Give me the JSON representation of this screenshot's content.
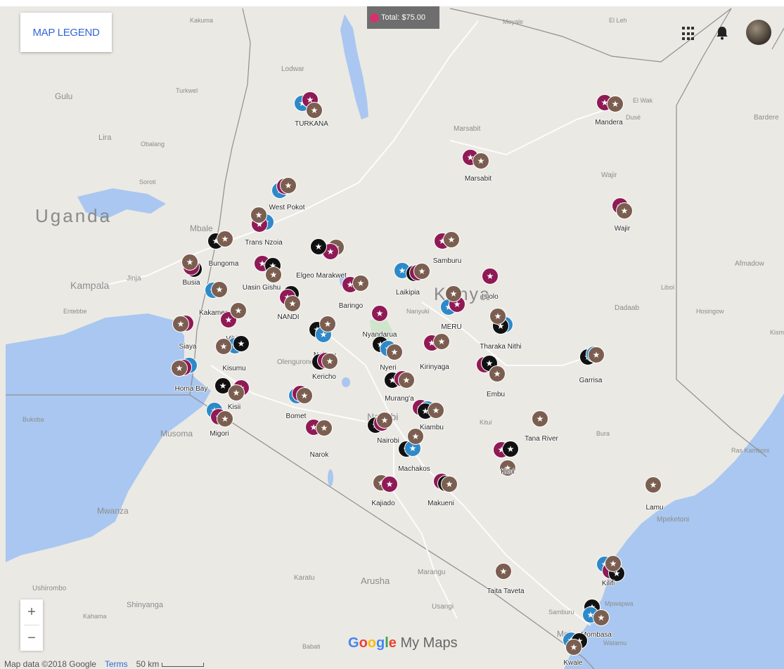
{
  "controls": {
    "legend_label": "MAP LEGEND",
    "total_label": "Total: $75.00",
    "zoom_in": "+",
    "zoom_out": "−"
  },
  "attribution": {
    "map_data": "Map data ©2018 Google",
    "terms": "Terms",
    "scale": "50 km"
  },
  "branding": {
    "google": "Google",
    "my_maps": "My Maps"
  },
  "colors": {
    "water": "#a9c7f0",
    "land": "#ebe9e4",
    "brown": "#7b5e50",
    "maroon": "#8f1a55",
    "blue": "#2e89c8",
    "black": "#111111",
    "legend_text": "#3367d6"
  },
  "basemap_labels": [
    {
      "text": "Kakuma"
    },
    {
      "text": "El Leh"
    },
    {
      "text": "Moyale"
    },
    {
      "text": "Lodwar"
    },
    {
      "text": "Turkwel"
    },
    {
      "text": "Gulu"
    },
    {
      "text": "Lira"
    },
    {
      "text": "Obalang"
    },
    {
      "text": "Soroti"
    },
    {
      "text": "Marsabit"
    },
    {
      "text": "El Wak"
    },
    {
      "text": "Dusé"
    },
    {
      "text": "Bardere"
    },
    {
      "text": "Wajir"
    },
    {
      "text": "Mbale"
    },
    {
      "text": "Kampala"
    },
    {
      "text": "Jinja"
    },
    {
      "text": "Entebbe"
    },
    {
      "text": "Nanyuki"
    },
    {
      "text": "Dadaab"
    },
    {
      "text": "Hosingow"
    },
    {
      "text": "Afmadow"
    },
    {
      "text": "Kism"
    },
    {
      "text": "Olengurone"
    },
    {
      "text": "Bukoba"
    },
    {
      "text": "Musoma"
    },
    {
      "text": "Kitui"
    },
    {
      "text": "Bura"
    },
    {
      "text": "Ras Kamboni"
    },
    {
      "text": "Mwanza"
    },
    {
      "text": "Karatu"
    },
    {
      "text": "Arusha"
    },
    {
      "text": "Marangu"
    },
    {
      "text": "Ushirombo"
    },
    {
      "text": "Shinyanga"
    },
    {
      "text": "Kahama"
    },
    {
      "text": "Usangi"
    },
    {
      "text": "Babati"
    },
    {
      "text": "Samburu"
    },
    {
      "text": "Mpwapwa"
    },
    {
      "text": "Moi"
    },
    {
      "text": "Watamu"
    },
    {
      "text": "Mpeketoni"
    },
    {
      "text": "Libol"
    }
  ],
  "region_labels": [
    {
      "text": "Uganda"
    },
    {
      "text": "Kenya"
    },
    {
      "text": "Nairobi"
    }
  ],
  "markers": [
    {
      "label": "TURKANA",
      "layers": [
        "blue",
        "maroon",
        "brown"
      ]
    },
    {
      "label": "Marsabit",
      "layers": [
        "maroon",
        "brown"
      ]
    },
    {
      "label": "Mandera",
      "layers": [
        "maroon",
        "brown"
      ]
    },
    {
      "label": "West Pokot",
      "layers": [
        "blue",
        "maroon",
        "brown"
      ]
    },
    {
      "label": "Wajir",
      "layers": [
        "maroon",
        "brown"
      ]
    },
    {
      "label": "Trans Nzoia",
      "layers": [
        "blue",
        "maroon",
        "brown"
      ]
    },
    {
      "label": "Samburu",
      "layers": [
        "maroon",
        "brown"
      ]
    },
    {
      "label": "Bungoma",
      "layers": [
        "black",
        "brown"
      ]
    },
    {
      "label": "Busia",
      "layers": [
        "black",
        "maroon",
        "brown"
      ]
    },
    {
      "label": "Uasin Gishu",
      "layers": [
        "maroon",
        "black",
        "brown"
      ]
    },
    {
      "label": "Elgeo Marakwet",
      "layers": [
        "brown",
        "maroon",
        "black"
      ]
    },
    {
      "label": "Laikipia",
      "layers": [
        "blue",
        "black",
        "maroon",
        "brown"
      ]
    },
    {
      "label": "Isiolo",
      "layers": [
        "maroon"
      ]
    },
    {
      "label": "Baringo",
      "layers": [
        "maroon",
        "brown"
      ]
    },
    {
      "label": "Kakamega",
      "layers": [
        "blue",
        "brown"
      ]
    },
    {
      "label": "NANDI",
      "layers": [
        "black",
        "maroon",
        "brown"
      ]
    },
    {
      "label": "MERU",
      "layers": [
        "blue",
        "maroon",
        "brown"
      ]
    },
    {
      "label": "Vihiga",
      "layers": [
        "maroon",
        "brown"
      ]
    },
    {
      "label": "Siaya",
      "layers": [
        "maroon",
        "brown"
      ]
    },
    {
      "label": "Nyandarua",
      "layers": [
        "maroon"
      ]
    },
    {
      "label": "Nakuru",
      "layers": [
        "black",
        "blue",
        "brown"
      ]
    },
    {
      "label": "Tharaka Nithi",
      "layers": [
        "blue",
        "black",
        "brown"
      ]
    },
    {
      "label": "Kisumu",
      "layers": [
        "blue",
        "black",
        "brown"
      ]
    },
    {
      "label": "Nyeri",
      "layers": [
        "black",
        "blue",
        "brown"
      ]
    },
    {
      "label": "Kirinyaga",
      "layers": [
        "maroon",
        "brown"
      ]
    },
    {
      "label": "Kericho",
      "layers": [
        "black",
        "maroon",
        "brown"
      ]
    },
    {
      "label": "Homa Bay",
      "layers": [
        "blue",
        "maroon",
        "brown"
      ]
    },
    {
      "label": "Embu",
      "layers": [
        "maroon",
        "black",
        "brown"
      ]
    },
    {
      "label": "Garrisa",
      "layers": [
        "black",
        "blue",
        "brown"
      ]
    },
    {
      "label": "Murang'a",
      "layers": [
        "black",
        "maroon",
        "brown"
      ]
    },
    {
      "label": "Kisii",
      "layers": [
        "black",
        "maroon",
        "brown"
      ]
    },
    {
      "label": "Bomet",
      "layers": [
        "blue",
        "maroon",
        "brown"
      ]
    },
    {
      "label": "Migori",
      "layers": [
        "blue",
        "maroon",
        "brown"
      ]
    },
    {
      "label": "Kiambu",
      "layers": [
        "maroon",
        "blue",
        "black",
        "brown"
      ]
    },
    {
      "label": "Nairobi",
      "layers": [
        "black",
        "maroon",
        "brown"
      ]
    },
    {
      "label": "Narok",
      "layers": [
        "maroon",
        "brown"
      ]
    },
    {
      "label": "Machakos",
      "layers": [
        "black",
        "blue",
        "brown"
      ]
    },
    {
      "label": "Tana River",
      "layers": [
        "brown"
      ]
    },
    {
      "label": "Kitui",
      "layers": [
        "maroon",
        "black",
        "brown"
      ]
    },
    {
      "label": "Kajiado",
      "layers": [
        "brown",
        "maroon"
      ]
    },
    {
      "label": "Makueni",
      "layers": [
        "maroon",
        "black",
        "brown"
      ]
    },
    {
      "label": "Lamu",
      "layers": [
        "brown"
      ]
    },
    {
      "label": "Kilifi",
      "layers": [
        "blue",
        "maroon",
        "black",
        "brown"
      ]
    },
    {
      "label": "Taita Taveta",
      "layers": [
        "brown"
      ]
    },
    {
      "label": "Mombasa",
      "layers": [
        "black",
        "blue",
        "brown"
      ]
    },
    {
      "label": "Kwale",
      "layers": [
        "blue",
        "black",
        "brown"
      ]
    }
  ]
}
